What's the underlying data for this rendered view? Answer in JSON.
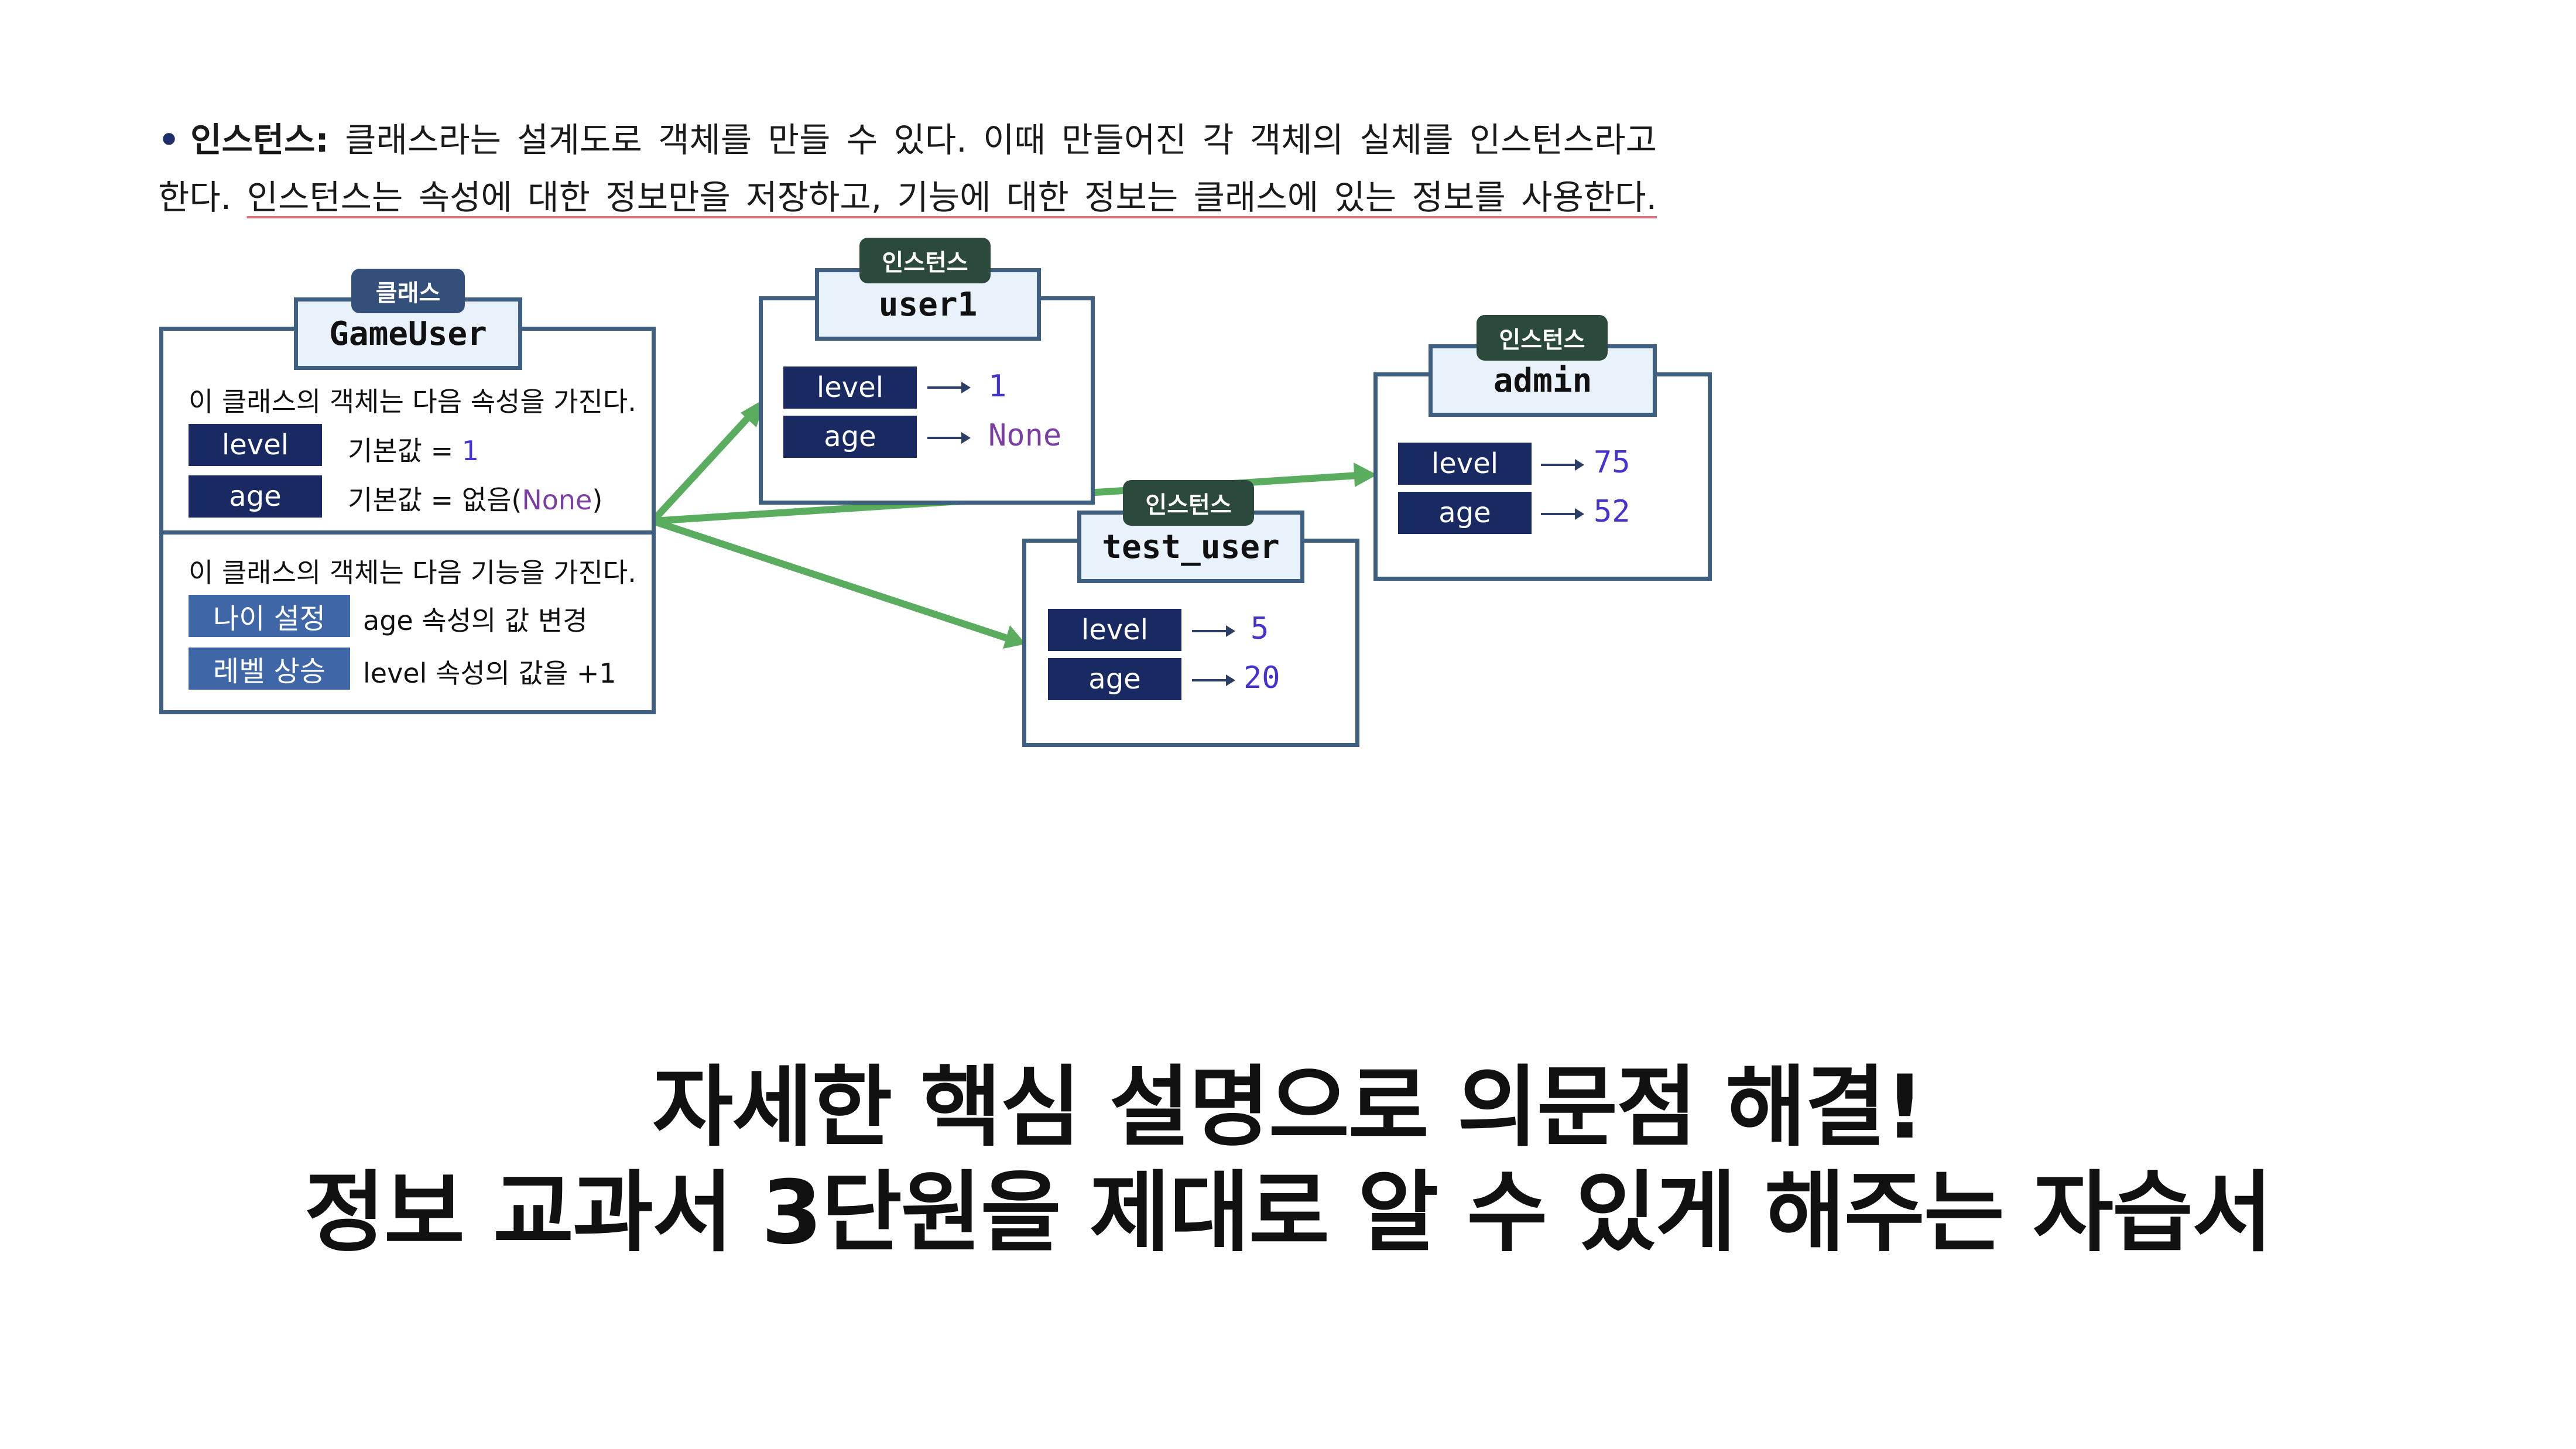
{
  "paragraph": {
    "bullet": "•",
    "term": "인스턴스:",
    "line1_rest": " 클래스라는 설계도로 객체를 만들 수 있다. 이때 만들어진 각 객체의 실체를 인스턴스라고",
    "line2_plain": "한다. ",
    "line2_underlined": "인스턴스는 속성에 대한 정보만을 저장하고, 기능에 대한 정보는 클래스에 있는 정보를 사용한다."
  },
  "class_box": {
    "tag": "클래스",
    "name": "GameUser",
    "attr_desc": "이 클래스의 객체는 다음 속성을 가진다.",
    "attrs": [
      {
        "label": "level",
        "desc_prefix": "기본값 = ",
        "desc_value": "1",
        "desc_suffix": ""
      },
      {
        "label": "age",
        "desc_prefix": "기본값 = 없음(",
        "desc_value": "None",
        "desc_suffix": ")"
      }
    ],
    "method_desc": "이 클래스의 객체는 다음 기능을 가진다.",
    "methods": [
      {
        "label": "나이 설정",
        "desc": "age 속성의 값 변경"
      },
      {
        "label": "레벨 상승",
        "desc": "level 속성의 값을 +1"
      }
    ]
  },
  "instances": [
    {
      "tag": "인스턴스",
      "name": "user1",
      "attrs": [
        {
          "label": "level",
          "value": "1"
        },
        {
          "label": "age",
          "value": "None"
        }
      ]
    },
    {
      "tag": "인스턴스",
      "name": "test_user",
      "attrs": [
        {
          "label": "level",
          "value": "5"
        },
        {
          "label": "age",
          "value": "20"
        }
      ]
    },
    {
      "tag": "인스턴스",
      "name": "admin",
      "attrs": [
        {
          "label": "level",
          "value": "75"
        },
        {
          "label": "age",
          "value": "52"
        }
      ]
    }
  ],
  "headline": {
    "line1": "자세한 핵심 설명으로 의문점 해결!",
    "line2": "정보 교과서 3단원을 제대로 알 수 있게 해주는 자습서"
  },
  "colors": {
    "attr_bg": "#192a63",
    "method_bg": "#3f67a8",
    "box_border": "#3f5f80",
    "name_bg": "#e9f1fb",
    "value_text": "#4433cc",
    "connector": "#5aad5e",
    "underline": "#e0707a"
  }
}
